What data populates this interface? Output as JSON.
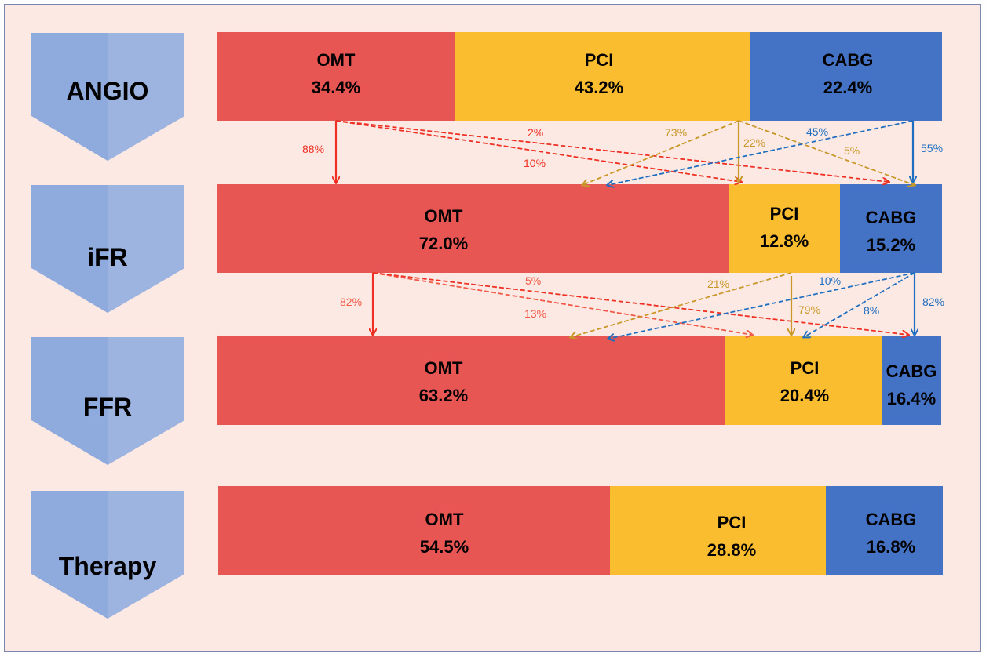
{
  "colors": {
    "background": "#fde9e3",
    "border": "#7d86ad",
    "chevron": "#8faadc",
    "chevron_shade": "#9db4e0",
    "omt": "#e85654",
    "pci": "#fbbd30",
    "cabg": "#4472c4",
    "arrow_omt": "#ee3124",
    "arrow_omt_light": "#f05a48",
    "arrow_pci": "#c9982a",
    "arrow_cabg": "#1f6fc1"
  },
  "stages": [
    {
      "id": "angio",
      "label": "ANGIO",
      "segments": [
        {
          "key": "omt",
          "name": "OMT",
          "pct": "34.4%",
          "value": 34.4
        },
        {
          "key": "pci",
          "name": "PCI",
          "pct": "43.2%",
          "value": 43.2
        },
        {
          "key": "cabg",
          "name": "CABG",
          "pct": "22.4%",
          "value": 22.4
        }
      ]
    },
    {
      "id": "ifr",
      "label": "iFR",
      "segments": [
        {
          "key": "omt",
          "name": "OMT",
          "pct": "72.0%",
          "value": 72.0
        },
        {
          "key": "pci",
          "name": "PCI",
          "pct": "12.8%",
          "value": 12.8
        },
        {
          "key": "cabg",
          "name": "CABG",
          "pct": "15.2%",
          "value": 15.2
        }
      ]
    },
    {
      "id": "ffr",
      "label": "FFR",
      "segments": [
        {
          "key": "omt",
          "name": "OMT",
          "pct": "63.2%",
          "value": 63.2
        },
        {
          "key": "pci",
          "name": "PCI",
          "pct": "20.4%",
          "value": 20.4
        },
        {
          "key": "cabg",
          "name": "CABG",
          "pct": "16.4%",
          "value": 16.4
        }
      ]
    },
    {
      "id": "therapy",
      "label": "Therapy",
      "segments": [
        {
          "key": "omt",
          "name": "OMT",
          "pct": "54.5%",
          "value": 54.5
        },
        {
          "key": "pci",
          "name": "PCI",
          "pct": "28.8%",
          "value": 28.8
        },
        {
          "key": "cabg",
          "name": "CABG",
          "pct": "16.8%",
          "value": 16.8
        }
      ]
    }
  ],
  "transitions": {
    "angio_to_ifr": [
      {
        "from": "omt",
        "to": "omt",
        "pct": "88%"
      },
      {
        "from": "omt",
        "to": "pci",
        "pct": "10%"
      },
      {
        "from": "omt",
        "to": "cabg",
        "pct": "2%"
      },
      {
        "from": "pci",
        "to": "omt",
        "pct": "73%"
      },
      {
        "from": "pci",
        "to": "pci",
        "pct": "22%"
      },
      {
        "from": "pci",
        "to": "cabg",
        "pct": "5%"
      },
      {
        "from": "cabg",
        "to": "omt",
        "pct": "45%"
      },
      {
        "from": "cabg",
        "to": "cabg",
        "pct": "55%"
      }
    ],
    "ifr_to_ffr": [
      {
        "from": "omt",
        "to": "omt",
        "pct": "82%"
      },
      {
        "from": "omt",
        "to": "pci",
        "pct": "13%"
      },
      {
        "from": "omt",
        "to": "cabg",
        "pct": "5%"
      },
      {
        "from": "pci",
        "to": "omt",
        "pct": "21%"
      },
      {
        "from": "pci",
        "to": "pci",
        "pct": "79%"
      },
      {
        "from": "cabg",
        "to": "omt",
        "pct": "10%"
      },
      {
        "from": "cabg",
        "to": "pci",
        "pct": "8%"
      },
      {
        "from": "cabg",
        "to": "cabg",
        "pct": "82%"
      }
    ]
  }
}
